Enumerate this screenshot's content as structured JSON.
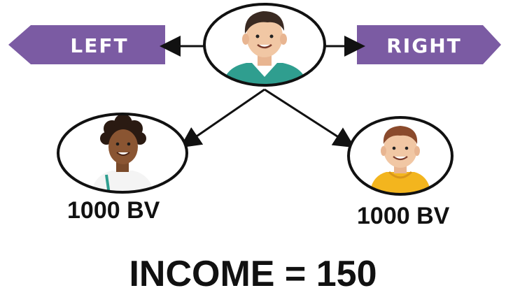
{
  "tags": {
    "left": "LEFT",
    "right": "RIGHT"
  },
  "children": {
    "left_bv": "1000 BV",
    "right_bv": "1000 BV"
  },
  "income_text": "INCOME = 150",
  "colors": {
    "tag_fill": "#7b5ba3",
    "tag_text": "#ffffff",
    "line": "#111111",
    "text": "#111111",
    "skin": "#f1c7a4",
    "skin_dark": "#8a5532",
    "hair_dark": "#3a2a22",
    "hair_brown": "#8a4a2c",
    "shirt_teal": "#2f9e8f",
    "shirt_yellow": "#f3b51e",
    "shirt_white": "#f4f4f4"
  },
  "icons": {
    "top_avatar": "man-avatar",
    "left_avatar": "woman-avatar",
    "right_avatar": "boy-avatar"
  }
}
